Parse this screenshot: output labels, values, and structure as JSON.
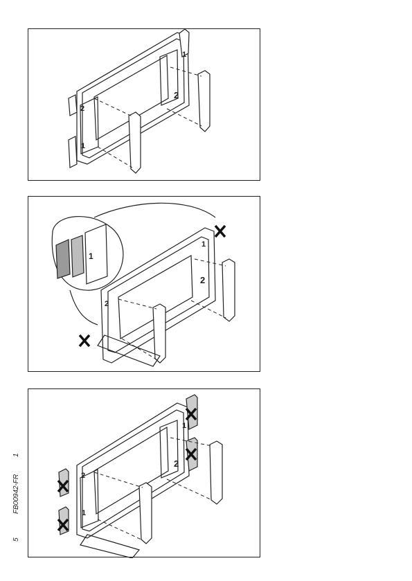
{
  "side_labels": {
    "page_number": "5",
    "document_code": "FB00942-FR",
    "sheet": "1"
  },
  "steps": [
    {
      "digit_top": "1",
      "digit_mid": "2",
      "digit_left_top": "2",
      "digit_left_bottom": "1"
    },
    {
      "digit_top": "1",
      "digit_mid": "2",
      "digit_left_top": "2",
      "digit_zoom": "1"
    },
    {
      "digit_top": "1",
      "digit_mid": "2",
      "digit_left_top": "2",
      "digit_left_bottom": "1"
    }
  ]
}
